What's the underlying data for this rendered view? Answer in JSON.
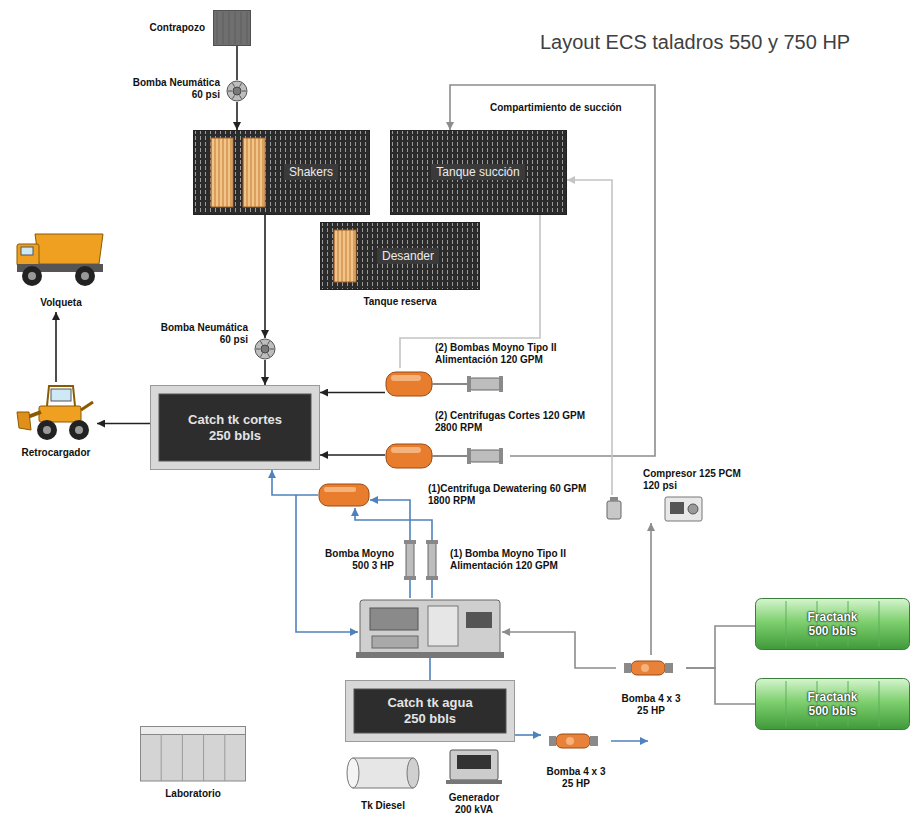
{
  "diagram": {
    "title": "Layout ECS taladros 550 y 750 HP",
    "nodes": [
      {
        "text": [
          "Contrapozo"
        ]
      },
      {
        "text": [
          "Bomba Neumática 60 psi"
        ]
      },
      {
        "text": [
          "Shakers"
        ]
      },
      {
        "text": [
          "Compartimiento de succión",
          "Tanque succión"
        ]
      },
      {
        "text": [
          "Desander",
          "Tanque reserva"
        ]
      },
      {
        "text": [
          "Volqueta"
        ]
      },
      {
        "text": [
          "Retrocargador"
        ]
      },
      {
        "text": [
          "Bomba Neumática 60 psi"
        ]
      },
      {
        "text": [
          "Catch tk cortes 250 bbls"
        ]
      },
      {
        "text": [
          "(2) Bombas Moyno Tipo II Alimentación 120 GPM"
        ]
      },
      {
        "text": [
          "(2) Centrifugas Cortes 120 GPM 2800 RPM"
        ]
      },
      {
        "text": [
          "Compresor 125 PCM 120 psi"
        ]
      },
      {
        "text": [
          "(1)Centrifuga Dewatering 60 GPM 1800 RPM"
        ]
      },
      {
        "text": [
          "Bomba Moyno 500 3 HP"
        ]
      },
      {
        "text": [
          "(1) Bomba Moyno Tipo II Alimentación 120 GPM"
        ]
      },
      {
        "text": [
          "Fractank 500 bbls"
        ]
      },
      {
        "text": [
          "Fractank 500 bbls"
        ]
      },
      {
        "text": [
          "Bomba 4 x 3 25 HP"
        ]
      },
      {
        "text": [
          "Catch tk agua 250 bbls"
        ]
      },
      {
        "text": [
          "Laboratorio"
        ]
      },
      {
        "text": [
          "Tk Diesel"
        ]
      },
      {
        "text": [
          "Generador 200 kVA"
        ]
      },
      {
        "text": [
          "Bomba 4 x 3 25 HP"
        ]
      }
    ],
    "edges": [
      {
        "from": 0,
        "to": 1,
        "arrow": "none"
      },
      {
        "from": 1,
        "to": 2,
        "arrow": "to"
      },
      {
        "from": 2,
        "to": 7,
        "arrow": "to"
      },
      {
        "from": 7,
        "to": 8,
        "arrow": "to"
      },
      {
        "from": 8,
        "to": 6,
        "arrow": "to"
      },
      {
        "from": 6,
        "to": 5,
        "arrow": "to"
      },
      {
        "from": 9,
        "to": 8,
        "arrow": "to"
      },
      {
        "from": 10,
        "to": 8,
        "arrow": "to"
      },
      {
        "from": 10,
        "to": 3,
        "arrow": "to"
      },
      {
        "from": 11,
        "to": 3,
        "arrow": "to"
      },
      {
        "from": 3,
        "to": 9,
        "arrow": "none"
      },
      {
        "from": 12,
        "to": 8,
        "arrow": "to"
      },
      {
        "from": 13,
        "to": 12,
        "arrow": "to"
      },
      {
        "from": 14,
        "to": 12,
        "arrow": "to"
      },
      {
        "from": 17,
        "to": 15,
        "arrow": "none"
      },
      {
        "from": 17,
        "to": 16,
        "arrow": "none"
      },
      {
        "from": 17,
        "to": 11,
        "arrow": "to"
      },
      {
        "from": 18,
        "to": 22,
        "arrow": "to"
      }
    ]
  }
}
